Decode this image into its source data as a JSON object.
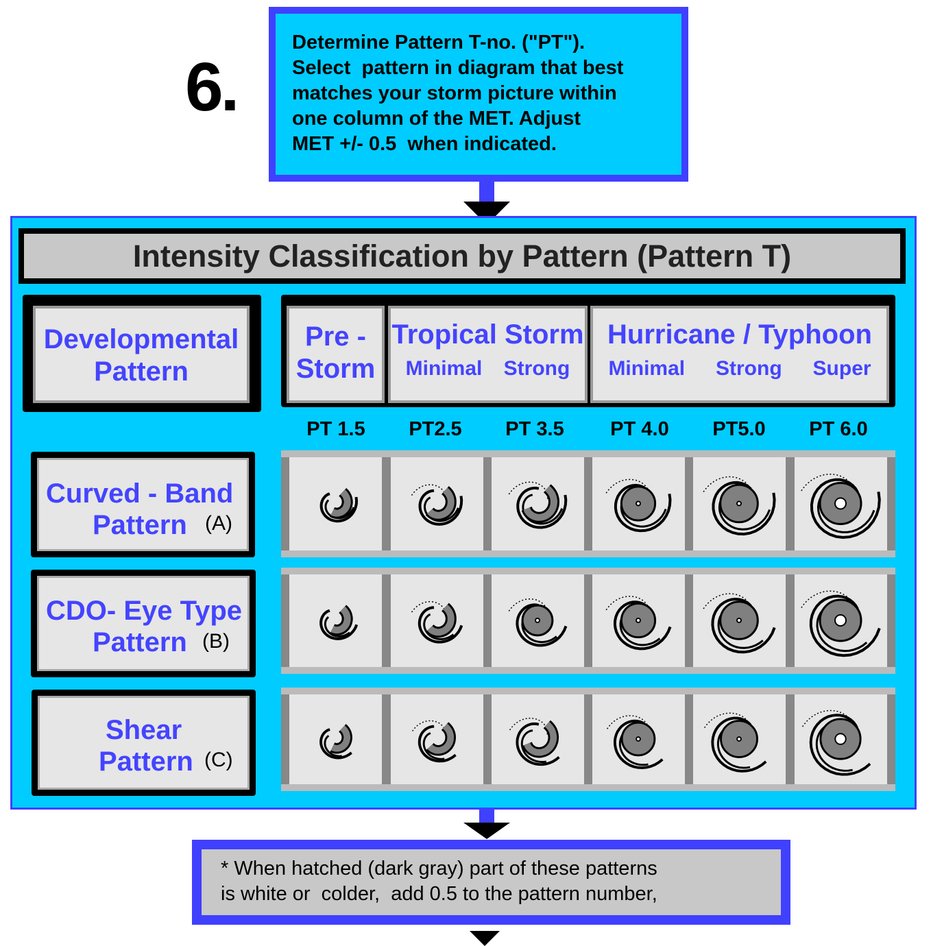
{
  "step_number": "6.",
  "instructions": [
    "Determine Pattern T-no. (\"PT\").",
    "Select  pattern in diagram that best",
    "matches your storm picture within",
    "one column of the MET. Adjust",
    "MET +/- 0.5  when indicated."
  ],
  "title": "Intensity Classification by Pattern (Pattern T)",
  "developmental": {
    "line1": "Developmental",
    "line2": "Pattern"
  },
  "categories": {
    "pre_storm": {
      "line1": "Pre -",
      "line2": "Storm"
    },
    "tropical_storm": {
      "label": "Tropical Storm",
      "sub": [
        "Minimal",
        "Strong"
      ]
    },
    "hurricane": {
      "label": "Hurricane / Typhoon",
      "sub": [
        "Minimal",
        "Strong",
        "Super"
      ]
    }
  },
  "pt_labels": [
    "PT 1.5",
    "PT2.5",
    "PT 3.5",
    "PT 4.0",
    "PT5.0",
    "PT 6.0"
  ],
  "rows": [
    {
      "line1": "Curved - Band",
      "line2": "Pattern",
      "code": "(A)"
    },
    {
      "line1": "CDO- Eye Type",
      "line2": "Pattern",
      "code": "(B)"
    },
    {
      "line1": "Shear",
      "line2": "Pattern",
      "code": "(C)"
    }
  ],
  "note": [
    "* When hatched (dark gray) part of these patterns",
    "is white or  colder,  add 0.5 to the pattern number,"
  ],
  "colors": {
    "cyan": "#00ccff",
    "blue": "#4040ff",
    "text_blue": "#4444ff",
    "gray": "#c8c8c8",
    "storm_gray": "#808080"
  }
}
